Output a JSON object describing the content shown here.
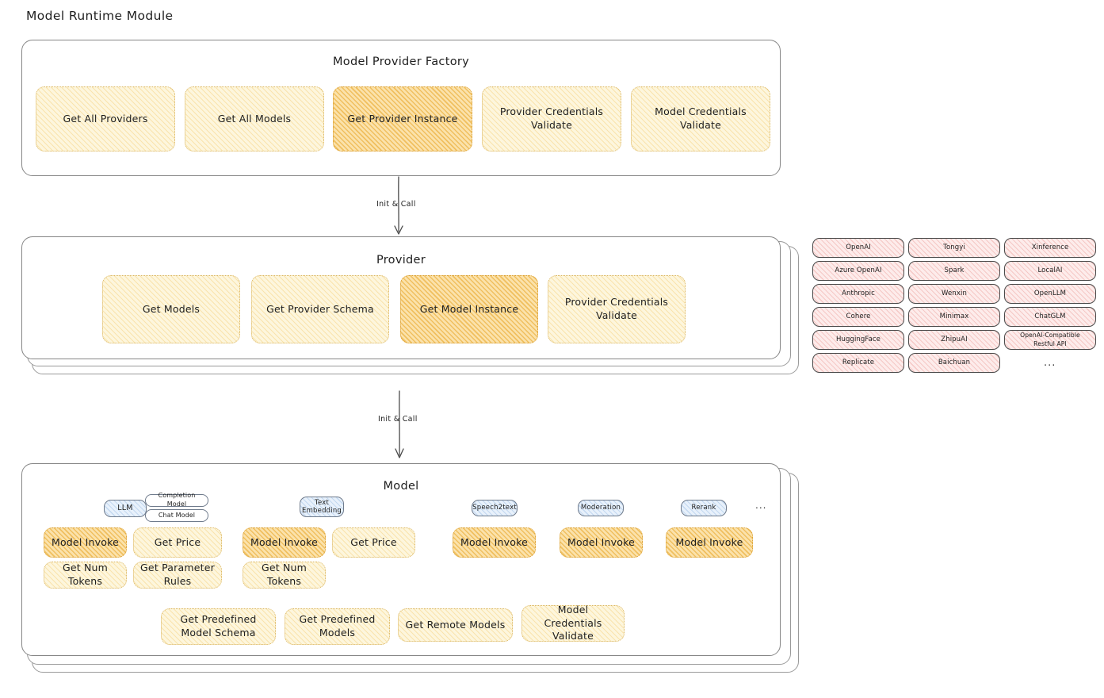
{
  "page": {
    "title": "Model Runtime Module"
  },
  "factory": {
    "title": "Model Provider Factory",
    "items": [
      {
        "label": "Get All Providers",
        "highlight": false
      },
      {
        "label": "Get All Models",
        "highlight": false
      },
      {
        "label": "Get Provider Instance",
        "highlight": true
      },
      {
        "label": "Provider Credentials Validate",
        "highlight": false
      },
      {
        "label": "Model Credentials Validate",
        "highlight": false
      }
    ]
  },
  "arrows": [
    {
      "label": "Init & Call",
      "from": "factory",
      "to": "provider"
    },
    {
      "label": "Init & Call",
      "from": "provider",
      "to": "model"
    }
  ],
  "provider": {
    "title": "Provider",
    "items": [
      {
        "label": "Get Models",
        "highlight": false
      },
      {
        "label": "Get Provider Schema",
        "highlight": false
      },
      {
        "label": "Get Model Instance",
        "highlight": true
      },
      {
        "label": "Provider Credentials Validate",
        "highlight": false
      }
    ]
  },
  "provider_list": {
    "columns": [
      {
        "items": [
          "OpenAI",
          "Azure OpenAI",
          "Anthropic",
          "Cohere",
          "HuggingFace",
          "Replicate"
        ]
      },
      {
        "items": [
          "Tongyi",
          "Spark",
          "Wenxin",
          "Minimax",
          "ZhipuAI",
          "Baichuan"
        ]
      },
      {
        "items": [
          "Xinference",
          "LocalAI",
          "OpenLLM",
          "ChatGLM",
          "OpenAI-Compatible Restful API"
        ]
      }
    ],
    "more": "..."
  },
  "model": {
    "title": "Model",
    "more": "...",
    "types": [
      {
        "badge": "LLM",
        "sub_badges": [
          "Completion Model",
          "Chat Model"
        ],
        "methods": [
          {
            "label": "Model Invoke",
            "highlight": true
          },
          {
            "label": "Get Price",
            "highlight": false
          },
          {
            "label": "Get Num Tokens",
            "highlight": false
          },
          {
            "label": "Get Parameter Rules",
            "highlight": false
          }
        ]
      },
      {
        "badge": "Text Embedding",
        "sub_badges": [],
        "methods": [
          {
            "label": "Model Invoke",
            "highlight": true
          },
          {
            "label": "Get Price",
            "highlight": false
          },
          {
            "label": "Get Num Tokens",
            "highlight": false
          }
        ]
      },
      {
        "badge": "Speech2text",
        "sub_badges": [],
        "methods": [
          {
            "label": "Model Invoke",
            "highlight": true
          }
        ]
      },
      {
        "badge": "Moderation",
        "sub_badges": [],
        "methods": [
          {
            "label": "Model Invoke",
            "highlight": true
          }
        ]
      },
      {
        "badge": "Rerank",
        "sub_badges": [],
        "methods": [
          {
            "label": "Model Invoke",
            "highlight": true
          }
        ]
      }
    ],
    "common_methods": [
      {
        "label": "Get Predefined Model Schema"
      },
      {
        "label": "Get Predefined Models"
      },
      {
        "label": "Get Remote Models"
      },
      {
        "label": "Model Credentials Validate"
      }
    ]
  },
  "colors": {
    "highlight_fill": "#fbe2ab",
    "normal_fill": "#fdf6dd",
    "provider_chip_fill": "#fdeceb",
    "badge_fill": "#e8f1fb",
    "border": "#868686",
    "text": "#1e1e1e"
  }
}
